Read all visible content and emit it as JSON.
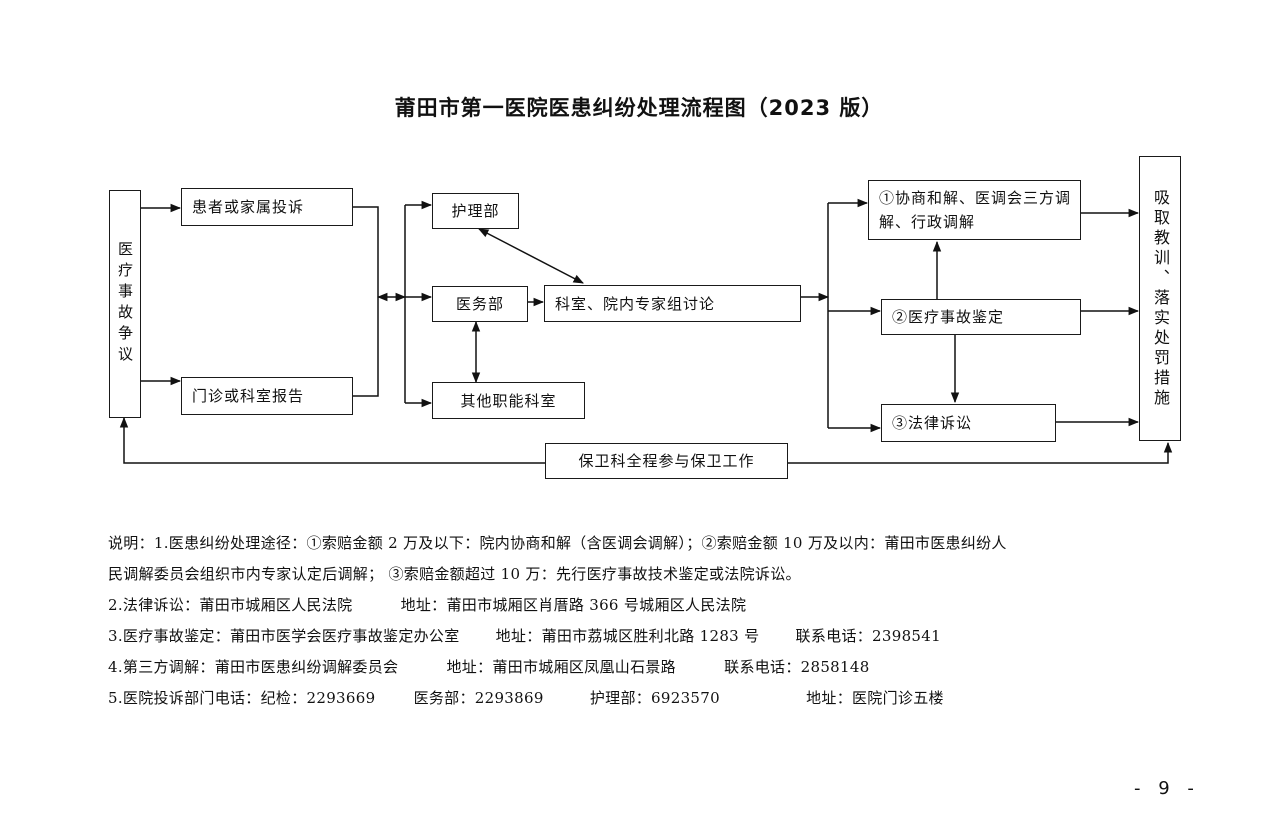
{
  "title": "莆田市第一医院医患纠纷处理流程图（2023 版）",
  "flow": {
    "dispute": "医疗事故争议",
    "complaint": "患者或家属投诉",
    "report": "门诊或科室报告",
    "nursing": "护理部",
    "medical_affairs": "医务部",
    "other_depts": "其他职能科室",
    "discussion": "科室、院内专家组讨论",
    "option1": "①协商和解、医调会三方调解、行政调解",
    "option2": "②医疗事故鉴定",
    "option3": "③法律诉讼",
    "lessons": "吸取教训、落实处罚措施",
    "security": "保卫科全程参与保卫工作"
  },
  "notes": {
    "n1_line1": "说明：1.医患纠纷处理途径：①索赔金额 2 万及以下：院内协商和解（含医调会调解）；②索赔金额 10 万及以内：莆田市医患纠纷人",
    "n1_line2": "民调解委员会组织市内专家认定后调解；  ③索赔金额超过 10 万：先行医疗事故技术鉴定或法院诉讼。",
    "n2_a": "2.法律诉讼：莆田市城厢区人民法院",
    "n2_b": "地址：莆田市城厢区肖厝路 366 号城厢区人民法院",
    "n3_a": "3.医疗事故鉴定：莆田市医学会医疗事故鉴定办公室",
    "n3_b": "地址：莆田市荔城区胜利北路 1283 号",
    "n3_c": "联系电话：2398541",
    "n4_a": "4.第三方调解：莆田市医患纠纷调解委员会",
    "n4_b": "地址：莆田市城厢区凤凰山石景路",
    "n4_c": "联系电话：2858148",
    "n5_a": "5.医院投诉部门电话：纪检：2293669",
    "n5_b": "医务部：2293869",
    "n5_c": "护理部：6923570",
    "n5_d": "地址：医院门诊五楼"
  },
  "page_number": "- 9 -"
}
